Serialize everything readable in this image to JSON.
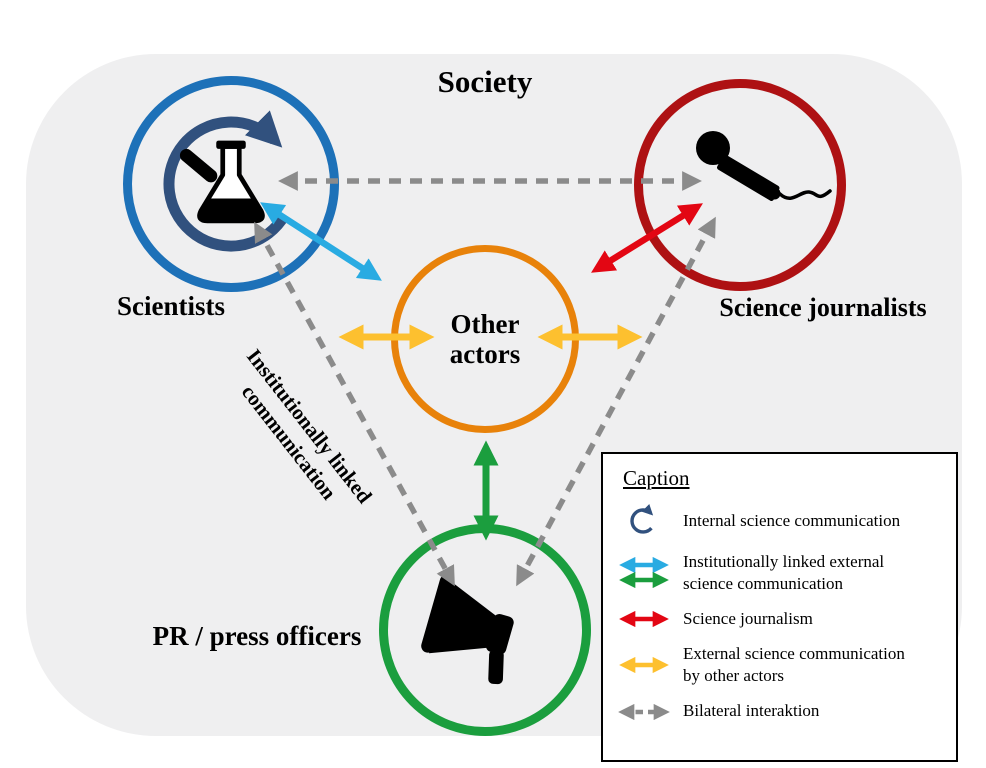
{
  "colors": {
    "blob": "#efeff0",
    "blue": "#1d71b8",
    "navy": "#31517e",
    "darkred": "#ae1113",
    "orange": "#e8820a",
    "green": "#1b9e3e",
    "cyan": "#29abe2",
    "red": "#e30613",
    "yellow": "#fdc02f",
    "gray": "#8b8b8b",
    "ink": "#000000"
  },
  "nodes": {
    "society": "Society",
    "scientists": "Scientists",
    "science_journalists": "Science journalists",
    "other_actors": "Other\nactors",
    "pr_press_officers": "PR / press officers"
  },
  "annotations": {
    "institutionally_linked": "Institutionally linked\ncommunication"
  },
  "caption": {
    "title": "Caption",
    "items": [
      {
        "icon": "internal-loop-arrow-icon",
        "label": "Internal science communication"
      },
      {
        "icon": "cyan-green-double-arrow-icon",
        "label": "Institutionally linked external\nscience communication"
      },
      {
        "icon": "red-double-arrow-icon",
        "label": "Science journalism"
      },
      {
        "icon": "yellow-double-arrow-icon",
        "label": "External science communication\nby other actors"
      },
      {
        "icon": "gray-dashed-double-arrow-icon",
        "label": "Bilateral interaktion"
      }
    ]
  }
}
